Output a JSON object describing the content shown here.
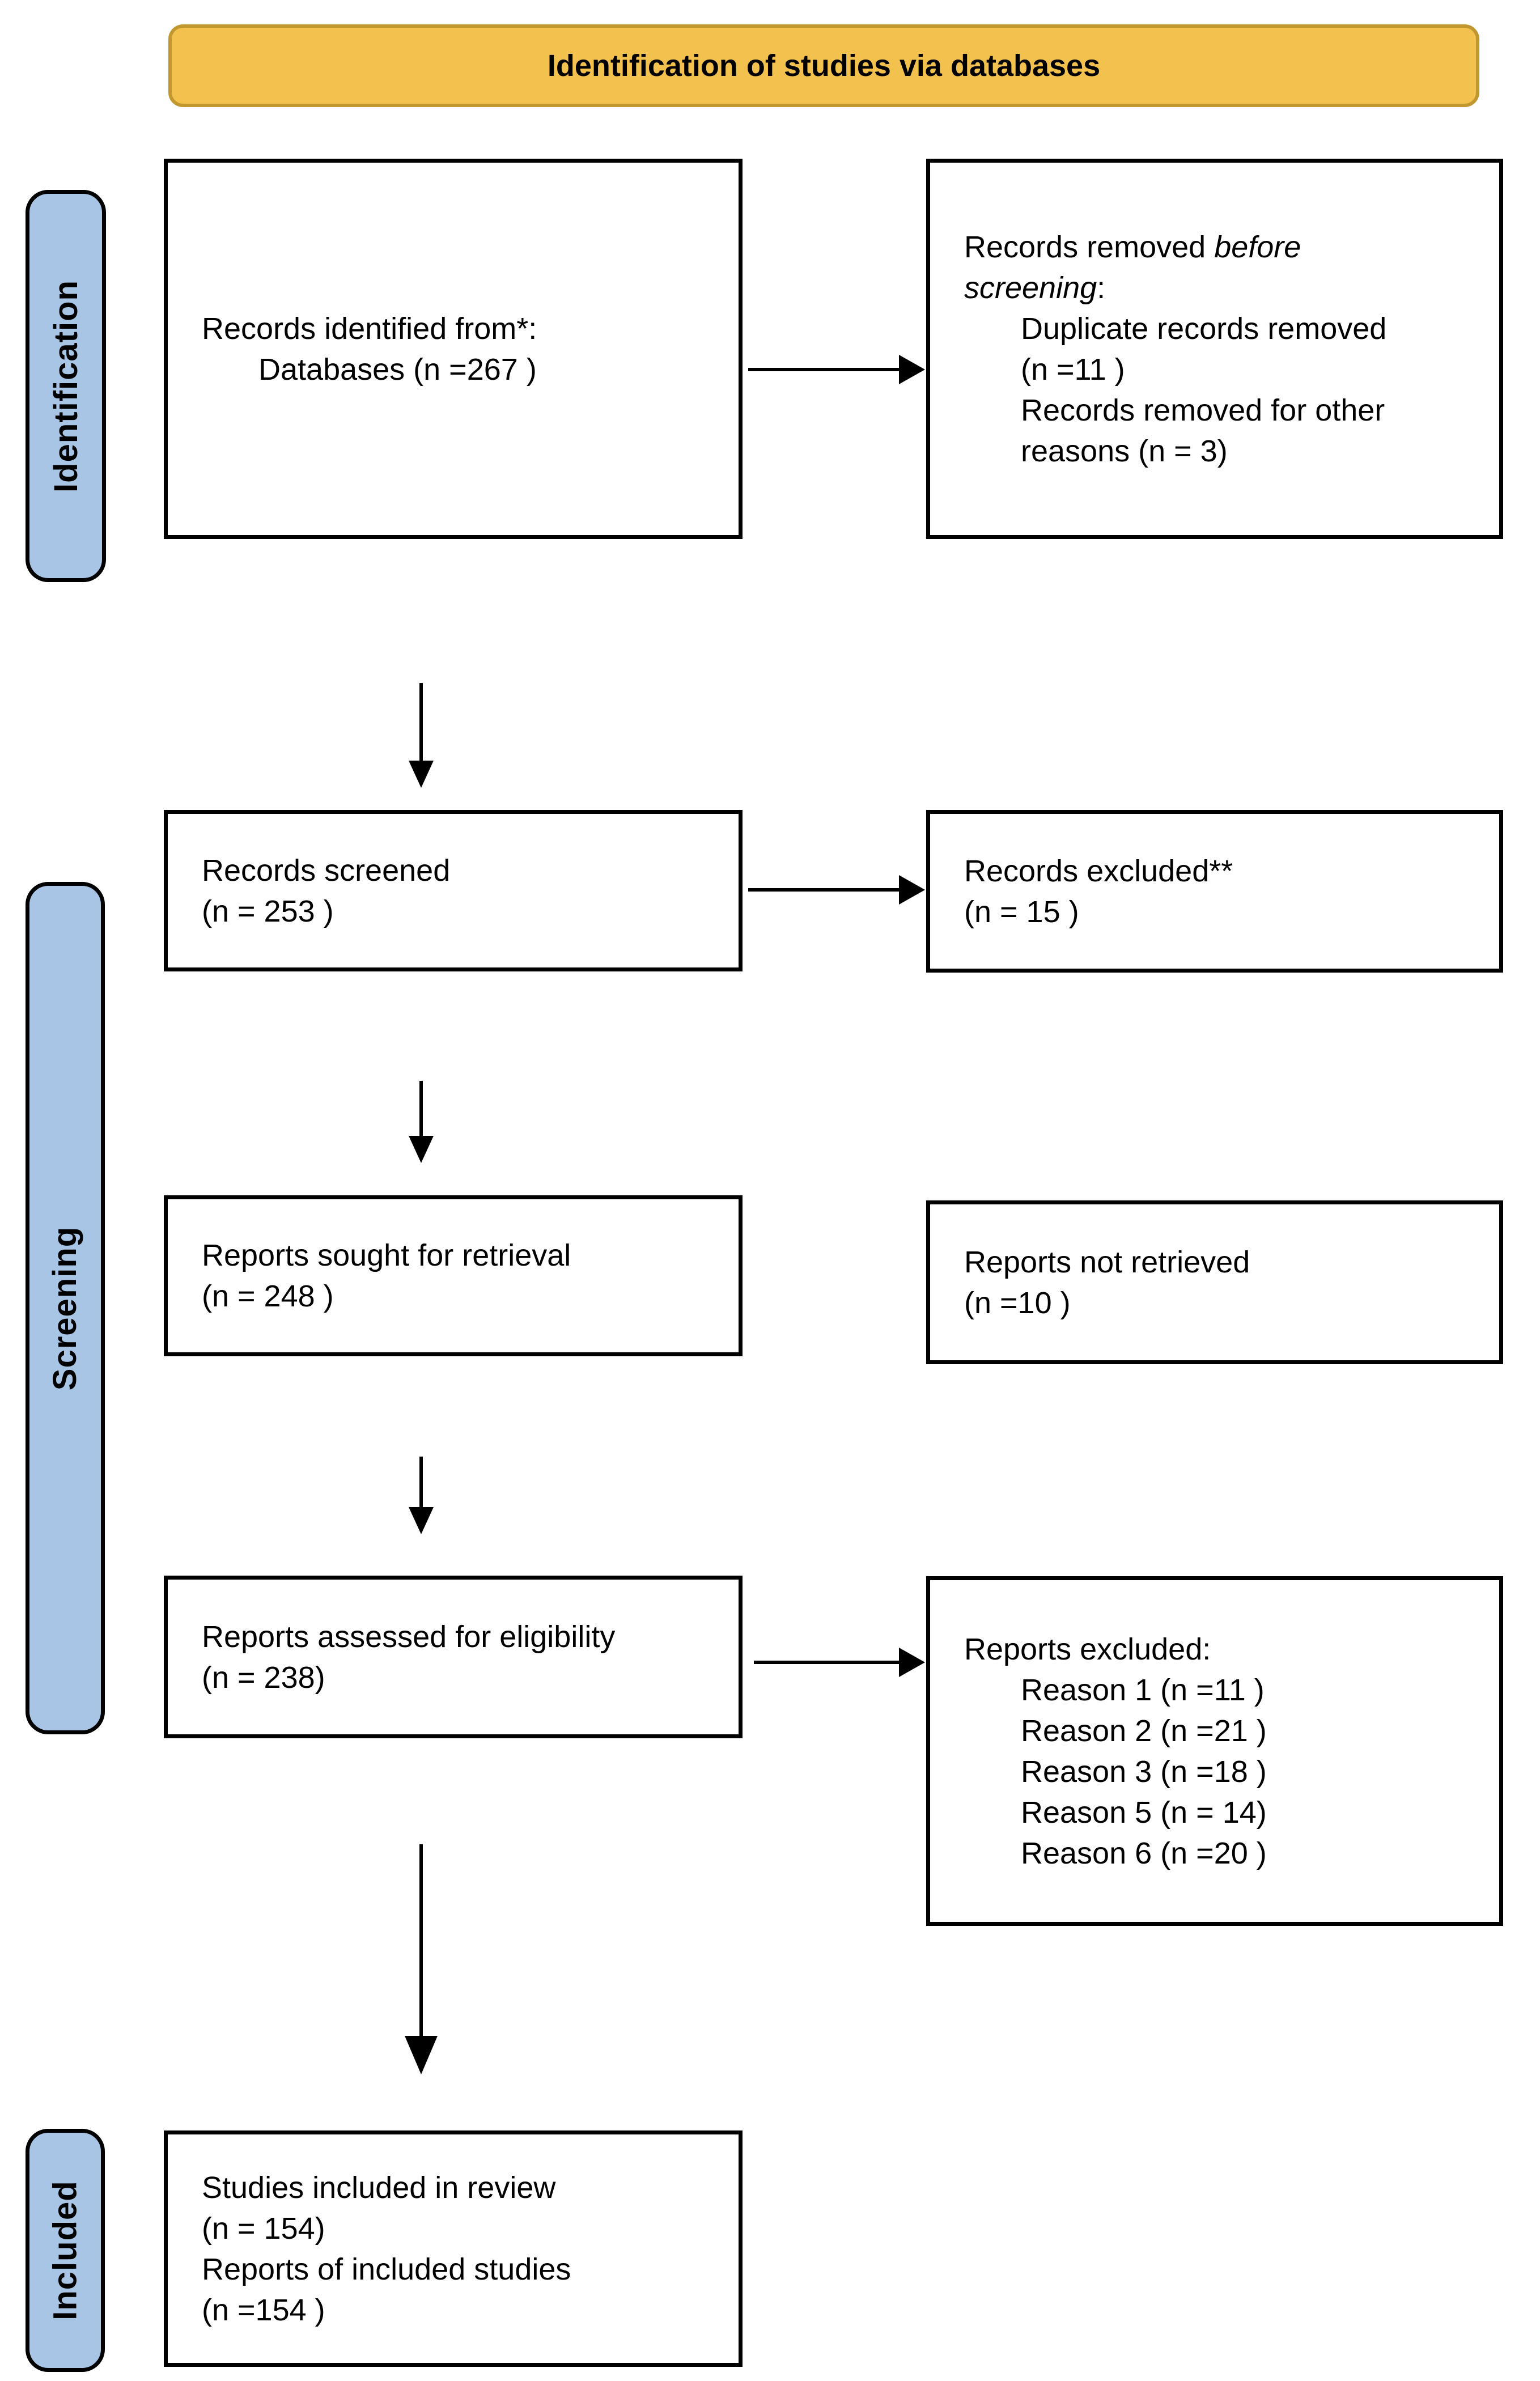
{
  "colors": {
    "banner_fill": "#F2C14E",
    "banner_border": "#C1982F",
    "stage_fill": "#A8C5E6",
    "box_border": "#000000"
  },
  "banner": {
    "title": "Identification of studies via databases"
  },
  "stages": {
    "identification": "Identification",
    "screening": "Screening",
    "included": "Included"
  },
  "boxes": {
    "records_identified": {
      "line1": "Records identified from*:",
      "line2": "Databases (n =267 )"
    },
    "records_removed": {
      "line1_normal": "Records removed ",
      "line1_italic": "before",
      "line2_italic": "screening",
      "line2_normal": ":",
      "item_lines": [
        "Duplicate records removed",
        "(n =11 )",
        "Records removed for other",
        "reasons (n = 3)"
      ]
    },
    "records_screened": {
      "line1": "Records screened",
      "line2": "(n = 253 )"
    },
    "records_excluded": {
      "line1": "Records excluded**",
      "line2": "(n = 15 )"
    },
    "reports_sought": {
      "line1": "Reports sought for retrieval",
      "line2": "(n = 248 )"
    },
    "reports_not_retrieved": {
      "line1": "Reports not retrieved",
      "line2": "(n =10 )"
    },
    "reports_assessed": {
      "line1": "Reports assessed for eligibility",
      "line2": "(n = 238)"
    },
    "reports_excluded": {
      "title": "Reports excluded:",
      "reasons": [
        "Reason 1 (n =11 )",
        "Reason 2 (n =21 )",
        "Reason 3 (n =18 )",
        "Reason 5 (n = 14)",
        "Reason 6 (n =20 )"
      ]
    },
    "studies_included": {
      "line1": "Studies included in review",
      "line2": "(n = 154)",
      "line3": "Reports of included studies",
      "line4": "(n =154 )"
    }
  }
}
